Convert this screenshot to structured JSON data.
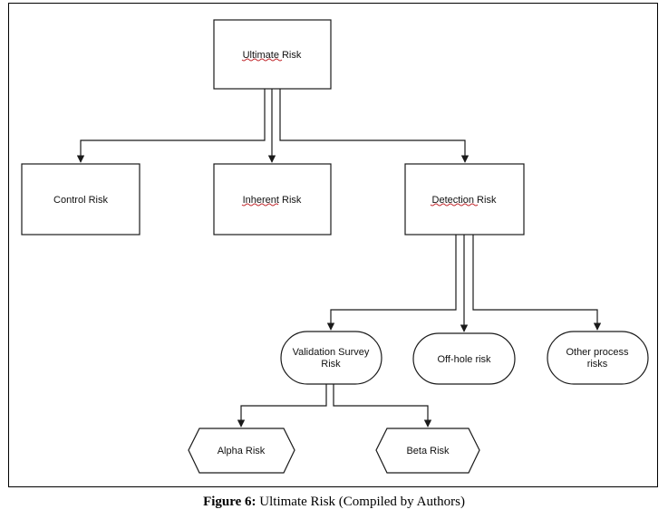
{
  "nodes": {
    "ultimate": "Ultimate Risk",
    "control": "Control Risk",
    "inherent": "Inherent Risk",
    "detection": "Detection Risk",
    "validation_line1": "Validation Survey",
    "validation_line2": "Risk",
    "offhole": "Off-hole risk",
    "other_line1": "Other process",
    "other_line2": "risks",
    "alpha": "Alpha Risk",
    "beta": "Beta Risk"
  },
  "caption": {
    "label": "Figure 6:",
    "text": " Ultimate Risk (Compiled by Authors)"
  },
  "colors": {
    "stroke": "#1a1a1a",
    "spellcheck": "#c0282d"
  }
}
